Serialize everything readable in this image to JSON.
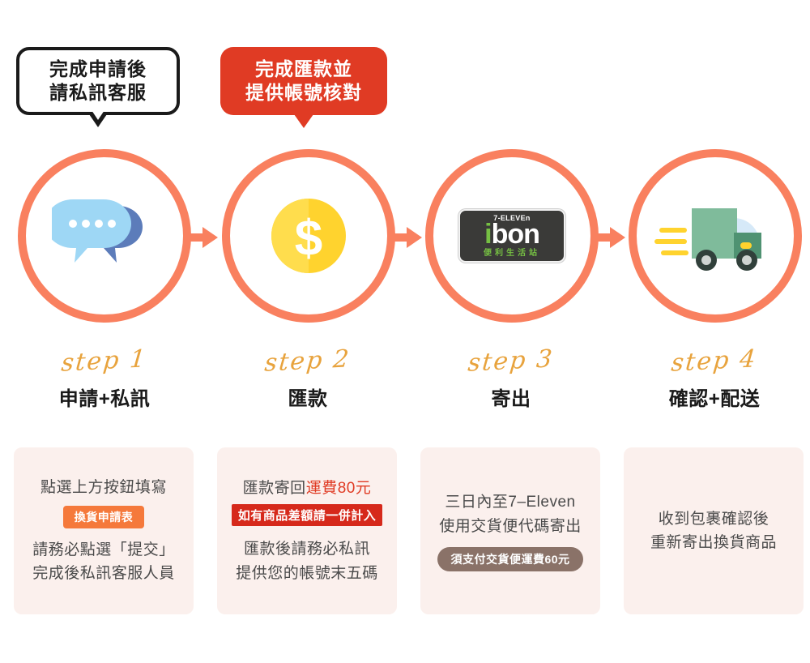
{
  "callouts": [
    {
      "name": "outline-callout",
      "style": "outline",
      "line1": "完成申請後",
      "line2": "請私訊客服"
    },
    {
      "name": "solid-callout",
      "style": "solid",
      "line1": "完成匯款並",
      "line2": "提供帳號核對"
    }
  ],
  "steps": [
    {
      "script": "step 1",
      "title": "申請+私訊",
      "icon": "chat-bubbles-icon"
    },
    {
      "script": "step 2",
      "title": "匯款",
      "icon": "dollar-coin-icon"
    },
    {
      "script": "step 3",
      "title": "寄出",
      "icon": "ibon-logo-icon"
    },
    {
      "script": "step 4",
      "title": "確認+配送",
      "icon": "delivery-truck-icon"
    }
  ],
  "ibon": {
    "seven_eleven": "7-ELEVEn",
    "i": "i",
    "bon": "bon",
    "subtitle": "便利生活站"
  },
  "cards": [
    {
      "line1": "點選上方按鈕填寫",
      "badge": "換貨申請表",
      "line2": "請務必點選「提交」",
      "line3": "完成後私訊客服人員"
    },
    {
      "line1_prefix": "匯款寄回",
      "line1_highlight": "運費80元",
      "badge": "如有商品差額請一併計入",
      "line2": "匯款後請務必私訊",
      "line3": "提供您的帳號末五碼"
    },
    {
      "line1": "三日內至7–Eleven",
      "line2": "使用交貨便代碼寄出",
      "badge": "須支付交貨便運費60元"
    },
    {
      "line1": "收到包裹確認後",
      "line2": "重新寄出換貨商品"
    }
  ],
  "arrows": {
    "label": "next-step-arrow",
    "count": 3
  },
  "colors": {
    "coral": "#f9805f",
    "red": "#e03b24",
    "badge_red": "#d6291b",
    "orange": "#f5793b",
    "gold": "#e8a33d",
    "card_bg": "#fbf0ed",
    "pill_brown": "#8a7268",
    "coin_yellow": "#ffd32e",
    "chat_light_blue": "#9ed7f5",
    "chat_dark_blue": "#5c7cba",
    "truck_green": "#7fbb9b",
    "ibon_green": "#76c043",
    "ibon_dark": "#3a3a38"
  }
}
